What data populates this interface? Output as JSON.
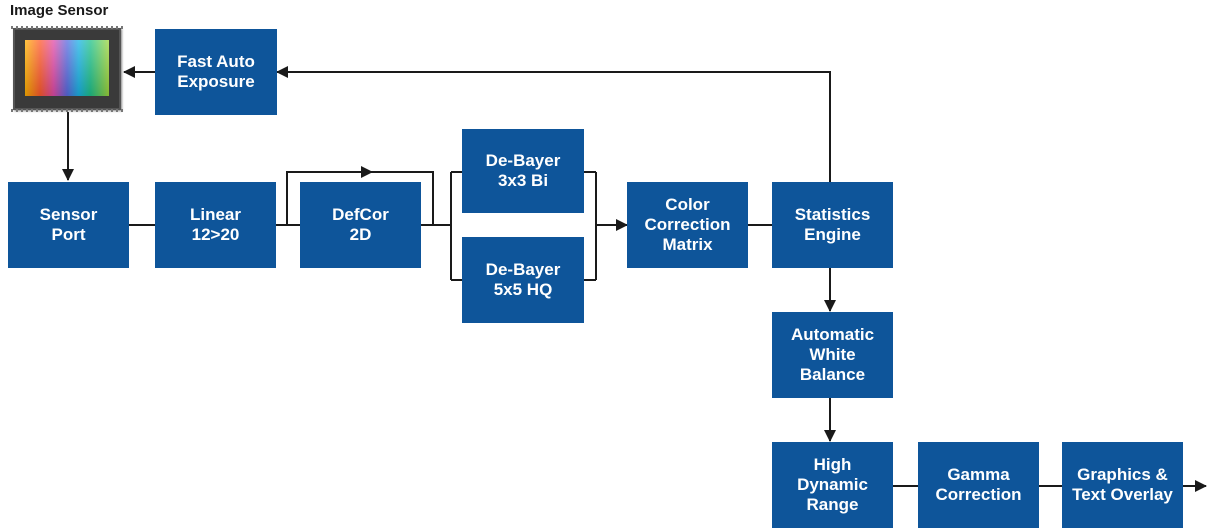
{
  "sensor": {
    "title": "Image Sensor",
    "icon": "image-sensor-chip-icon"
  },
  "blocks": {
    "fast_auto_exposure": "Fast Auto\nExposure",
    "sensor_port": "Sensor\nPort",
    "linear": "Linear\n12>20",
    "defcor": "DefCor\n2D",
    "debayer_3x3": "De-Bayer\n3x3 Bi",
    "debayer_5x5": "De-Bayer\n5x5 HQ",
    "color_correction": "Color\nCorrection\nMatrix",
    "statistics_engine": "Statistics\nEngine",
    "auto_white_balance": "Automatic\nWhite\nBalance",
    "hdr": "High\nDynamic\nRange",
    "gamma_correction": "Gamma\nCorrection",
    "graphics_overlay": "Graphics &\nText Overlay"
  },
  "colors": {
    "block": "#0e559a",
    "block_text": "#ffffff",
    "connector": "#1a1a1a"
  }
}
